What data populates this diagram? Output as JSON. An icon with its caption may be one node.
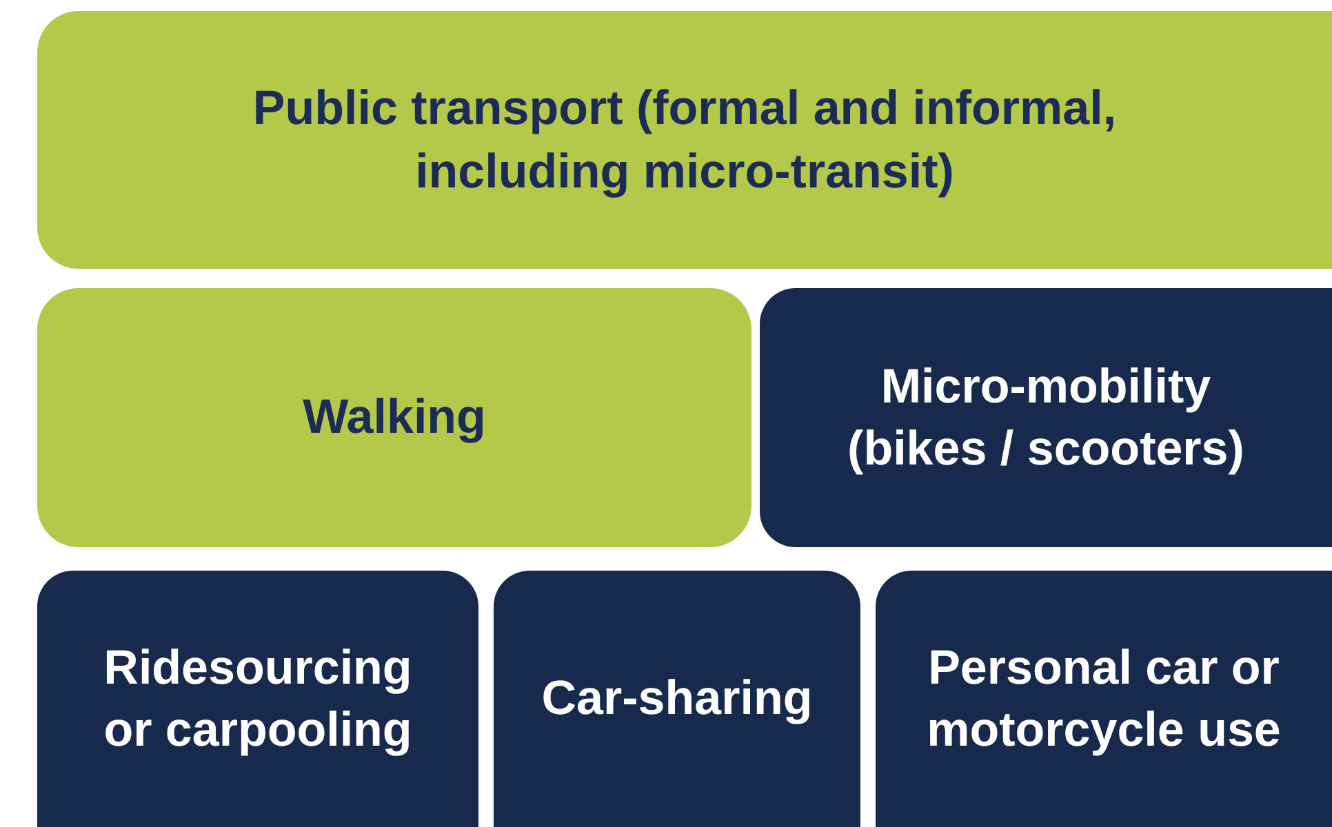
{
  "diagram": {
    "nodes": [
      {
        "text": [
          "Public transport (formal and informal, including micro-transit)"
        ]
      },
      {
        "text": [
          "Walking"
        ]
      },
      {
        "text": [
          "Micro-mobility (bikes / scooters)"
        ]
      },
      {
        "text": [
          "Ridesourcing or carpooling"
        ]
      },
      {
        "text": [
          "Car-sharing"
        ]
      },
      {
        "text": [
          "Personal car or motorcycle use"
        ]
      }
    ]
  }
}
